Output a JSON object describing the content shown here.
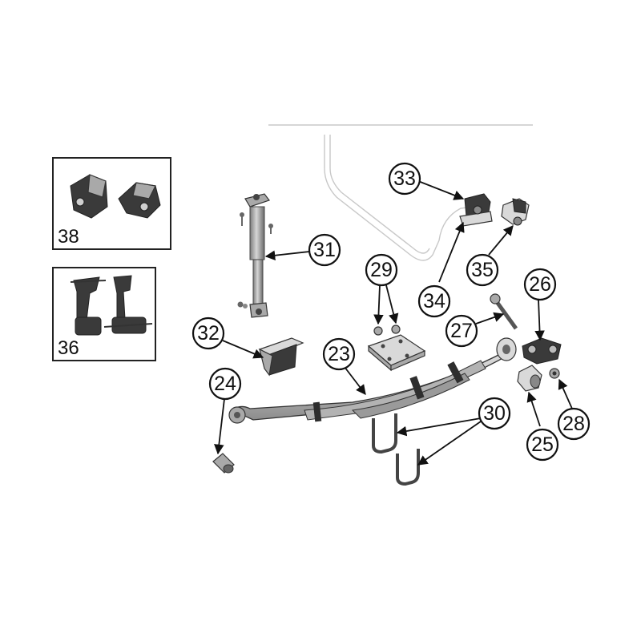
{
  "colors": {
    "background": "#ffffff",
    "line": "#111111",
    "part_light": "#d9d9d9",
    "part_mid": "#a9a9a9",
    "part_dark": "#3a3a3a"
  },
  "insets": [
    {
      "id": "inset-38",
      "label": "38"
    },
    {
      "id": "inset-36",
      "label": "36"
    }
  ],
  "callouts": [
    {
      "id": "23",
      "label": "23"
    },
    {
      "id": "24",
      "label": "24"
    },
    {
      "id": "25",
      "label": "25"
    },
    {
      "id": "26",
      "label": "26"
    },
    {
      "id": "27",
      "label": "27"
    },
    {
      "id": "28",
      "label": "28"
    },
    {
      "id": "29",
      "label": "29"
    },
    {
      "id": "30",
      "label": "30"
    },
    {
      "id": "31",
      "label": "31"
    },
    {
      "id": "32",
      "label": "32"
    },
    {
      "id": "33",
      "label": "33"
    },
    {
      "id": "34",
      "label": "34"
    },
    {
      "id": "35",
      "label": "35"
    }
  ]
}
